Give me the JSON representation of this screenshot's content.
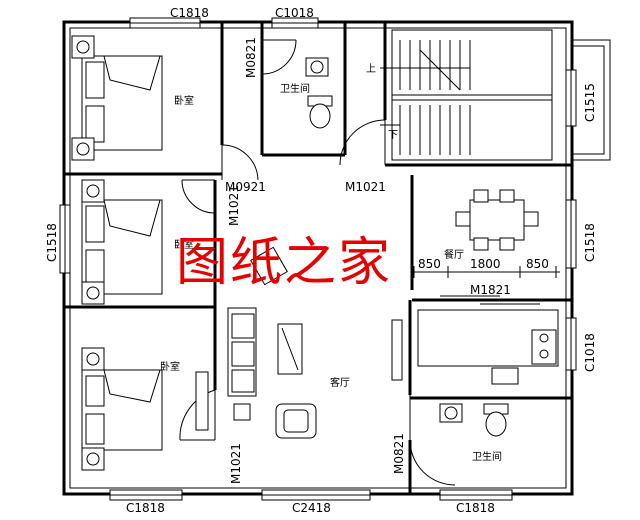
{
  "window_labels": {
    "top_left": "C1818",
    "top_mid": "C1018",
    "bottom_left": "C1818",
    "bottom_mid": "C2418",
    "bottom_right": "C1818",
    "left_mid": "C1518",
    "right_stair": "C1515",
    "right_dining": "C1518",
    "right_kitchen": "C1018"
  },
  "door_labels": {
    "bath_top": "M0821",
    "bed_top": "M0921",
    "bed_mid": "M1021",
    "stair": "M1021",
    "kitchen": "M1821",
    "bed_bottom": "M1021",
    "bath_bottom": "M0821"
  },
  "rooms": {
    "bedroom_top": "卧室",
    "bedroom_mid": "卧室",
    "bedroom_bottom": "卧室",
    "bath_top": "卫生间",
    "bath_bottom": "卫生间",
    "dining": "餐厅",
    "living": "客厅",
    "stair_up": "上",
    "stair_down": "下"
  },
  "dimensions": [
    "850",
    "1800",
    "850"
  ],
  "watermark": "图纸之家",
  "colors": {
    "line": "#000000",
    "watermark": "#e60000"
  }
}
